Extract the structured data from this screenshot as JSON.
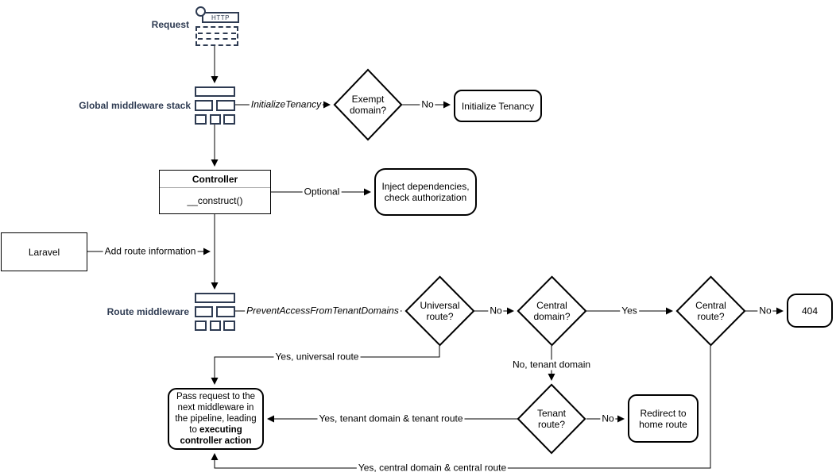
{
  "colors": {
    "accent_navy": "#2e3b52",
    "line": "#000000",
    "background": "#ffffff"
  },
  "side_labels": {
    "request": "Request",
    "global_middleware_stack": "Global middleware stack",
    "route_middleware": "Route middleware"
  },
  "request_icon": {
    "http": "HTTP"
  },
  "nodes": {
    "laravel": "Laravel",
    "controller": {
      "title": "Controller",
      "method": "__construct()"
    },
    "initialize_tenancy": "Initialize Tenancy",
    "inject_dependencies": "Inject dependencies,\ncheck authorization",
    "exempt_domain": "Exempt\ndomain?",
    "universal_route": "Universal\nroute?",
    "central_domain": "Central\ndomain?",
    "central_route": "Central\nroute?",
    "tenant_route": "Tenant\nroute?",
    "not_found": "404",
    "redirect_home": "Redirect to\nhome route",
    "pass_request": {
      "normal": "Pass request to the next middleware in the pipeline, leading to ",
      "bold": "executing controller action"
    }
  },
  "edge_labels": {
    "initialize_tenancy": "InitializeTenancy",
    "prevent_access": "PreventAccessFromTenantDomains",
    "optional": "Optional",
    "add_route_information": "Add route information",
    "no_exempt": "No",
    "no_universal": "No",
    "yes_central_domain": "Yes",
    "no_central_route": "No",
    "no_tenant_route": "No",
    "yes_universal_route": "Yes, universal route",
    "no_tenant_domain": "No, tenant domain",
    "yes_tenant_route": "Yes, tenant domain & tenant route",
    "yes_central_route": "Yes, central domain & central route"
  }
}
